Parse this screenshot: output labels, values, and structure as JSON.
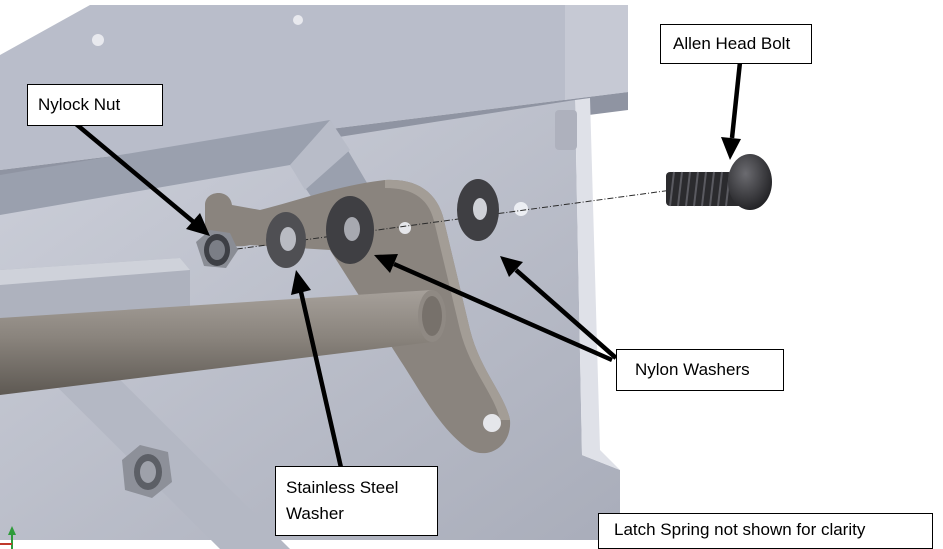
{
  "callouts": {
    "nylock_nut": "Nylock Nut",
    "allen_head_bolt": "Allen Head Bolt",
    "nylon_washers": "Nylon Washers",
    "stainless_steel_washer_line1": "Stainless Steel",
    "stainless_steel_washer_line2": "Washer",
    "note": "Latch Spring not shown for clarity"
  },
  "colors": {
    "plate": "#c9ccd6",
    "plate_dark": "#9ea3b0",
    "bracket": "#8d8680",
    "rod": "#8a857e",
    "washer": "#4a4a4d",
    "background": "#ffffff",
    "callout_border": "#000000"
  },
  "icons": [
    "axis-triad-icon"
  ]
}
